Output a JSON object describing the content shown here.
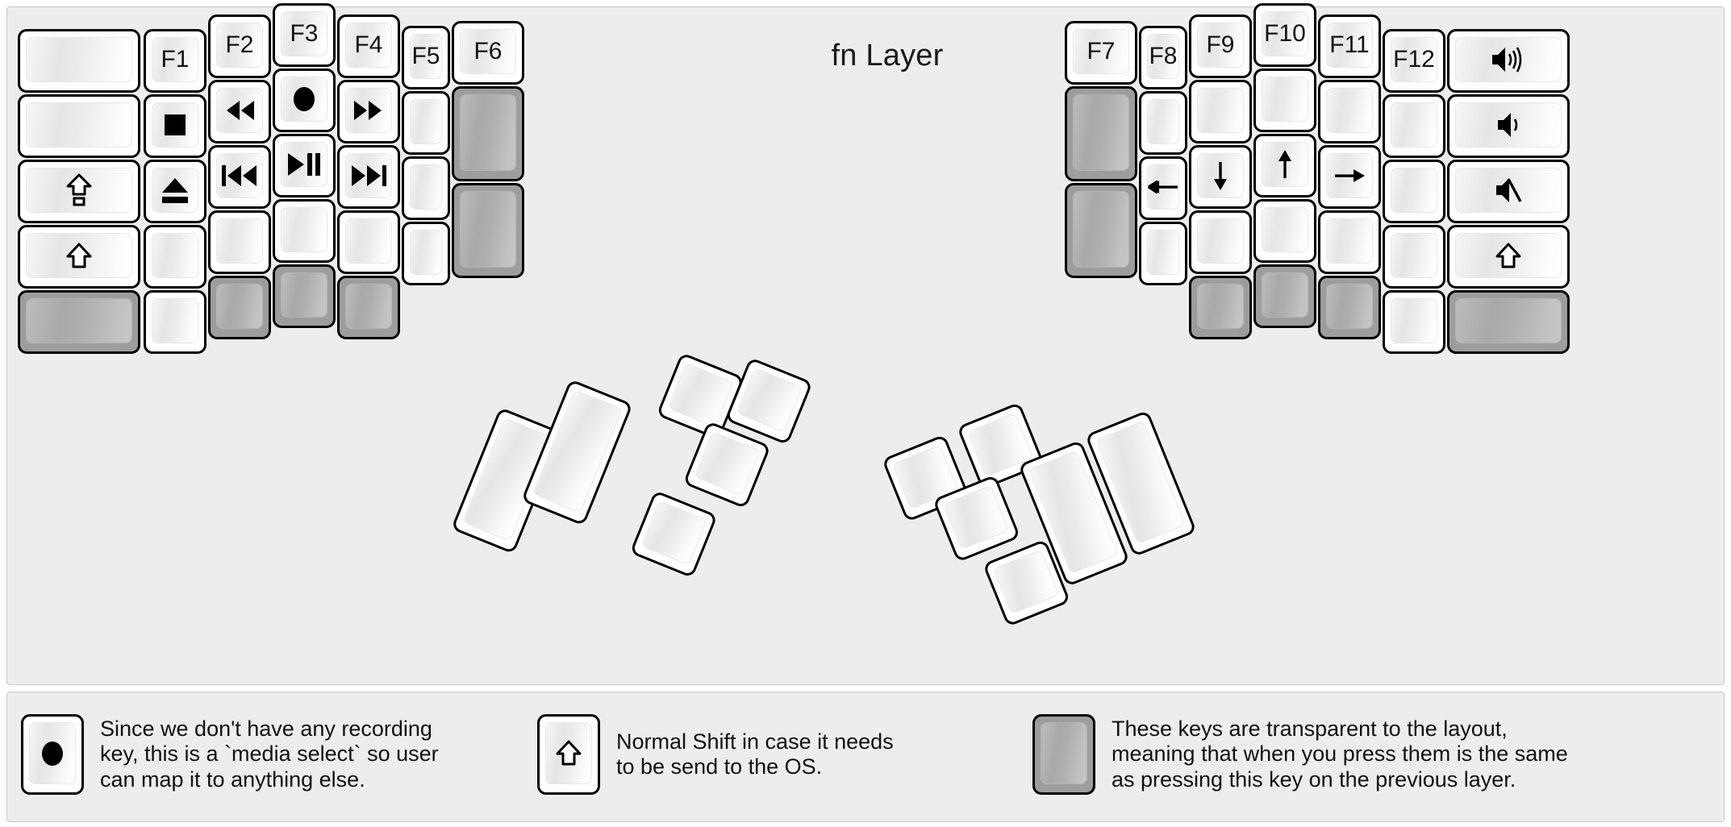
{
  "title": "fn Layer",
  "colors": {
    "background": "#ededed",
    "keycap": "#ffffff",
    "keycap_border": "#000000",
    "transparent_key": "#9d9d9d",
    "text": "#141414"
  },
  "left_half": {
    "columns": [
      {
        "name": "col-pinky-outer",
        "keys": [
          {
            "label": "",
            "icon": "blank",
            "type": "normal"
          },
          {
            "label": "",
            "icon": "blank",
            "type": "normal"
          },
          {
            "label": "",
            "icon": "shift-lock",
            "type": "normal"
          },
          {
            "label": "",
            "icon": "shift",
            "type": "normal"
          },
          {
            "label": "",
            "icon": "blank",
            "type": "transparent"
          }
        ]
      },
      {
        "name": "col-pinky",
        "keys": [
          {
            "label": "F1",
            "icon": "text",
            "type": "normal"
          },
          {
            "label": "",
            "icon": "stop",
            "type": "normal"
          },
          {
            "label": "",
            "icon": "eject",
            "type": "normal"
          },
          {
            "label": "",
            "icon": "blank",
            "type": "normal"
          },
          {
            "label": "",
            "icon": "blank",
            "type": "normal"
          }
        ]
      },
      {
        "name": "col-ring",
        "keys": [
          {
            "label": "F2",
            "icon": "text",
            "type": "normal"
          },
          {
            "label": "",
            "icon": "rewind",
            "type": "normal"
          },
          {
            "label": "",
            "icon": "prev-track",
            "type": "normal"
          },
          {
            "label": "",
            "icon": "blank",
            "type": "normal"
          },
          {
            "label": "",
            "icon": "blank",
            "type": "transparent"
          }
        ]
      },
      {
        "name": "col-middle",
        "keys": [
          {
            "label": "F3",
            "icon": "text",
            "type": "normal"
          },
          {
            "label": "",
            "icon": "record",
            "type": "normal"
          },
          {
            "label": "",
            "icon": "play-pause",
            "type": "normal"
          },
          {
            "label": "",
            "icon": "blank",
            "type": "normal"
          },
          {
            "label": "",
            "icon": "blank",
            "type": "transparent"
          }
        ]
      },
      {
        "name": "col-index",
        "keys": [
          {
            "label": "F4",
            "icon": "text",
            "type": "normal"
          },
          {
            "label": "",
            "icon": "fast-forward",
            "type": "normal"
          },
          {
            "label": "",
            "icon": "next-track",
            "type": "normal"
          },
          {
            "label": "",
            "icon": "blank",
            "type": "normal"
          },
          {
            "label": "",
            "icon": "blank",
            "type": "transparent"
          }
        ]
      },
      {
        "name": "col-index-inner",
        "keys": [
          {
            "label": "F5",
            "icon": "text",
            "type": "normal"
          },
          {
            "label": "",
            "icon": "blank",
            "type": "normal"
          },
          {
            "label": "",
            "icon": "blank",
            "type": "normal"
          },
          {
            "label": "",
            "icon": "blank",
            "type": "normal"
          }
        ]
      },
      {
        "name": "col-inner",
        "keys": [
          {
            "label": "F6",
            "icon": "text",
            "type": "normal"
          },
          {
            "label": "",
            "icon": "blank",
            "type": "transparent"
          },
          {
            "label": "",
            "icon": "blank",
            "type": "transparent"
          }
        ]
      }
    ],
    "thumb_cluster": [
      {
        "name": "thumb-l-big-1",
        "icon": "blank",
        "type": "normal"
      },
      {
        "name": "thumb-l-big-2",
        "icon": "blank",
        "type": "normal"
      },
      {
        "name": "thumb-l-small-top",
        "icon": "blank",
        "type": "normal"
      },
      {
        "name": "thumb-l-small-upper",
        "icon": "blank",
        "type": "normal"
      },
      {
        "name": "thumb-l-small-mid",
        "icon": "blank",
        "type": "normal"
      },
      {
        "name": "thumb-l-small-bottom",
        "icon": "blank",
        "type": "normal"
      }
    ]
  },
  "right_half": {
    "columns": [
      {
        "name": "col-inner",
        "keys": [
          {
            "label": "F7",
            "icon": "text",
            "type": "normal"
          },
          {
            "label": "",
            "icon": "blank",
            "type": "transparent"
          },
          {
            "label": "",
            "icon": "blank",
            "type": "transparent"
          }
        ]
      },
      {
        "name": "col-index-inner",
        "keys": [
          {
            "label": "F8",
            "icon": "text",
            "type": "normal"
          },
          {
            "label": "",
            "icon": "blank",
            "type": "normal"
          },
          {
            "label": "",
            "icon": "arrow-left",
            "type": "normal"
          },
          {
            "label": "",
            "icon": "blank",
            "type": "normal"
          }
        ]
      },
      {
        "name": "col-index",
        "keys": [
          {
            "label": "F9",
            "icon": "text",
            "type": "normal"
          },
          {
            "label": "",
            "icon": "blank",
            "type": "normal"
          },
          {
            "label": "",
            "icon": "arrow-down",
            "type": "normal"
          },
          {
            "label": "",
            "icon": "blank",
            "type": "normal"
          },
          {
            "label": "",
            "icon": "blank",
            "type": "transparent"
          }
        ]
      },
      {
        "name": "col-middle",
        "keys": [
          {
            "label": "F10",
            "icon": "text",
            "type": "normal"
          },
          {
            "label": "",
            "icon": "blank",
            "type": "normal"
          },
          {
            "label": "",
            "icon": "arrow-up",
            "type": "normal"
          },
          {
            "label": "",
            "icon": "blank",
            "type": "normal"
          },
          {
            "label": "",
            "icon": "blank",
            "type": "transparent"
          }
        ]
      },
      {
        "name": "col-ring",
        "keys": [
          {
            "label": "F11",
            "icon": "text",
            "type": "normal"
          },
          {
            "label": "",
            "icon": "blank",
            "type": "normal"
          },
          {
            "label": "",
            "icon": "arrow-right",
            "type": "normal"
          },
          {
            "label": "",
            "icon": "blank",
            "type": "normal"
          },
          {
            "label": "",
            "icon": "blank",
            "type": "transparent"
          }
        ]
      },
      {
        "name": "col-pinky",
        "keys": [
          {
            "label": "F12",
            "icon": "text",
            "type": "normal"
          },
          {
            "label": "",
            "icon": "blank",
            "type": "normal"
          },
          {
            "label": "",
            "icon": "blank",
            "type": "normal"
          },
          {
            "label": "",
            "icon": "blank",
            "type": "normal"
          },
          {
            "label": "",
            "icon": "blank",
            "type": "normal"
          }
        ]
      },
      {
        "name": "col-pinky-outer",
        "keys": [
          {
            "label": "",
            "icon": "volume-up",
            "type": "normal"
          },
          {
            "label": "",
            "icon": "volume-down",
            "type": "normal"
          },
          {
            "label": "",
            "icon": "volume-mute",
            "type": "normal"
          },
          {
            "label": "",
            "icon": "shift",
            "type": "normal"
          },
          {
            "label": "",
            "icon": "blank",
            "type": "transparent"
          }
        ]
      }
    ],
    "thumb_cluster": [
      {
        "name": "thumb-r-small-top",
        "icon": "blank",
        "type": "normal"
      },
      {
        "name": "thumb-r-small-upper",
        "icon": "blank",
        "type": "normal"
      },
      {
        "name": "thumb-r-small-mid",
        "icon": "blank",
        "type": "normal"
      },
      {
        "name": "thumb-r-small-bottom",
        "icon": "blank",
        "type": "normal"
      },
      {
        "name": "thumb-r-big-1",
        "icon": "blank",
        "type": "normal"
      },
      {
        "name": "thumb-r-big-2",
        "icon": "blank",
        "type": "normal"
      }
    ]
  },
  "legend": [
    {
      "icon": "record",
      "key_type": "normal",
      "text": "Since we don't have any recording\nkey, this is a `media select` so user\ncan map it to anything else."
    },
    {
      "icon": "shift",
      "key_type": "normal",
      "text": "Normal Shift in case it needs\nto be send to the OS."
    },
    {
      "icon": "blank",
      "key_type": "transparent",
      "text": "These keys are transparent to the layout,\nmeaning that when you press them is the same\nas pressing this key on the previous layer."
    }
  ]
}
